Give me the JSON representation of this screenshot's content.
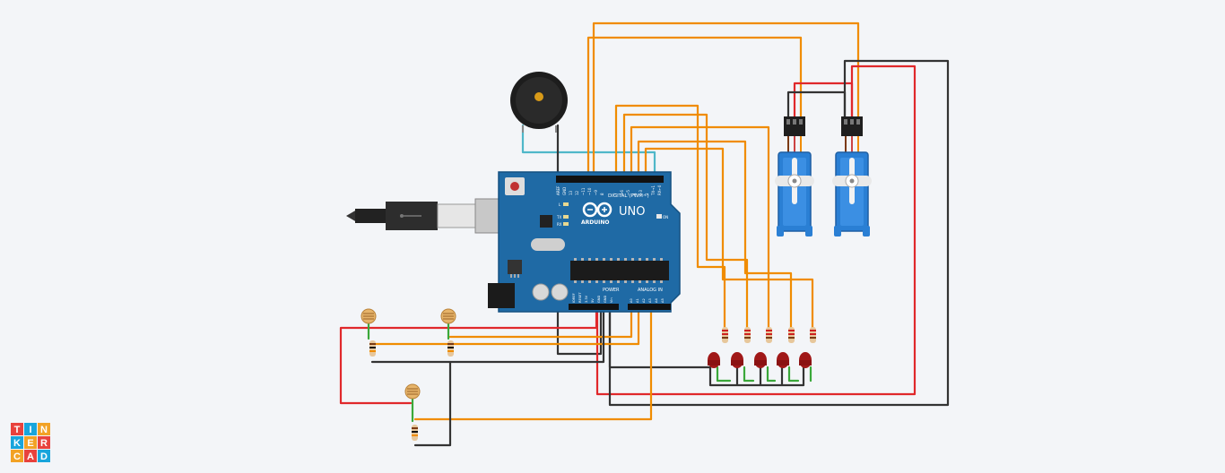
{
  "board": {
    "model": "UNO",
    "brand": "ARDUINO",
    "digital_label": "DIGITAL (PWM~)",
    "power_label": "POWER",
    "analog_label": "ANALOG IN",
    "on_label": "ON",
    "tx_label": "TX",
    "rx_label": "RX",
    "l_label": "L",
    "top_pins": [
      "AREF",
      "GND",
      "13",
      "12",
      "~11",
      "~10",
      "~9",
      "8",
      "7",
      "~6",
      "~5",
      "4",
      "~3",
      "2",
      "TX→1",
      "RX←0"
    ],
    "power_pins": [
      "IOREF",
      "RESET",
      "3.3V",
      "5V",
      "GND",
      "GND",
      "Vin"
    ],
    "analog_pins": [
      "A0",
      "A1",
      "A2",
      "A3",
      "A4",
      "A5"
    ]
  },
  "logo": {
    "tiles": [
      "T",
      "I",
      "N",
      "K",
      "E",
      "R",
      "C",
      "A",
      "D"
    ]
  },
  "colors": {
    "board": "#1f6aa5",
    "wire_orange": "#f08c00",
    "wire_red": "#e0282b",
    "wire_black": "#333333",
    "wire_cyan": "#4fb7c9",
    "wire_green": "#3aa83a",
    "servo": "#2a7fd4",
    "led": "#a01818"
  }
}
